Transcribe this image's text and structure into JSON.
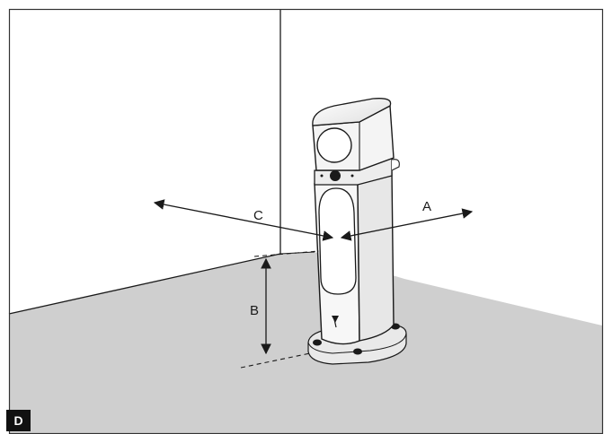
{
  "figure": {
    "panel_label": "D",
    "dimension_labels": {
      "a": "A",
      "b": "B",
      "c": "C"
    }
  },
  "colors": {
    "floor": "#cfcfcf",
    "wall": "#ffffff",
    "line": "#1a1a1a",
    "frame": "#333333",
    "badge": "#111111"
  }
}
